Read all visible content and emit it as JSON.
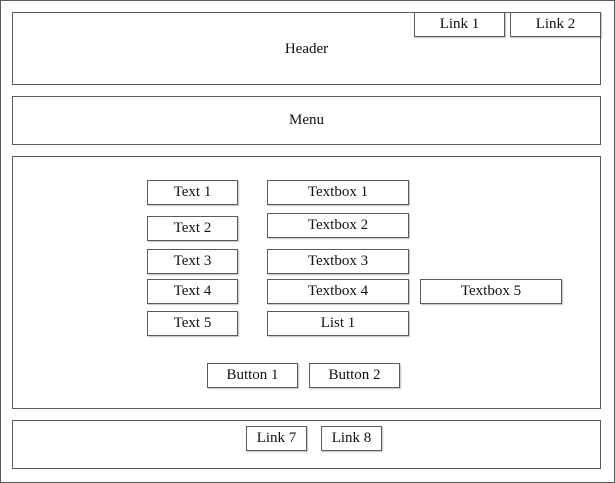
{
  "header": {
    "title": "Header",
    "links": [
      "Link 1",
      "Link 2"
    ]
  },
  "menu": {
    "title": "Menu"
  },
  "form": {
    "texts": [
      "Text 1",
      "Text 2",
      "Text 3",
      "Text 4",
      "Text 5"
    ],
    "textboxes": [
      "Textbox 1",
      "Textbox 2",
      "Textbox 3",
      "Textbox 4",
      "Textbox 5"
    ],
    "list": "List 1",
    "buttons": [
      "Button 1",
      "Button 2"
    ]
  },
  "footer": {
    "links": [
      "Link 7",
      "Link 8"
    ]
  }
}
